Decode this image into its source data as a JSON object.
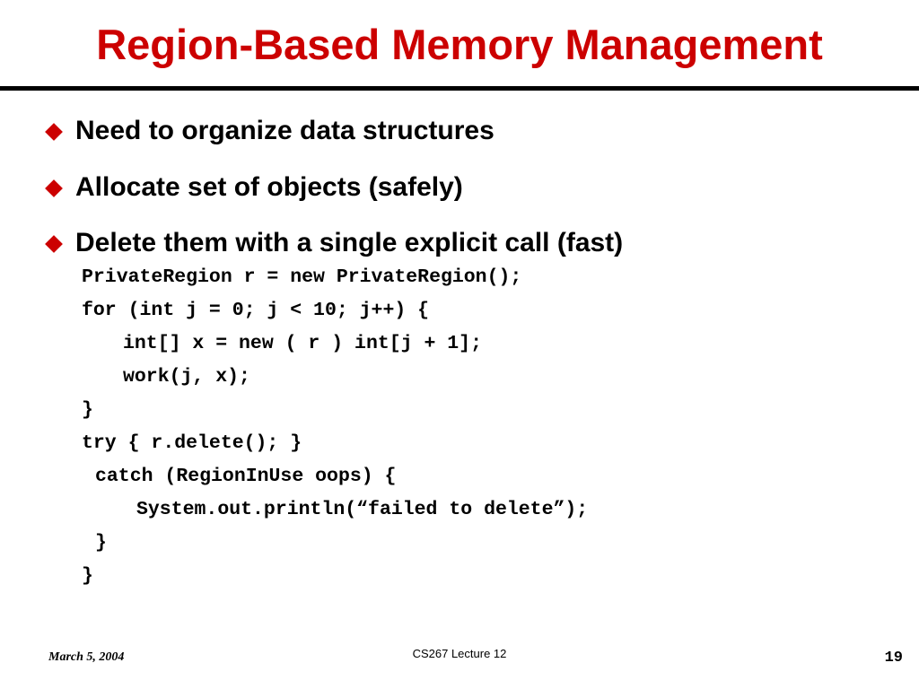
{
  "slide": {
    "title": "Region-Based Memory Management",
    "bullets": [
      "Need to organize data structures",
      "Allocate set of objects (safely)",
      "Delete them with a single explicit call (fast)"
    ],
    "code_lines": [
      "PrivateRegion r = new PrivateRegion();",
      "for (int j = 0; j < 10; j++) {",
      "int[] x = new ( r ) int[j + 1];",
      "work(j, x);",
      "}",
      "try { r.delete(); }",
      "catch (RegionInUse oops) {",
      "System.out.println(“failed to delete”);",
      "}",
      "}"
    ]
  },
  "footer": {
    "date": "March 5, 2004",
    "course": "CS267 Lecture 12",
    "page": "19"
  },
  "colors": {
    "title": "#cc0000",
    "bullet_marker": "#cc0000",
    "text": "#000000",
    "rule": "#000000",
    "background": "#ffffff"
  },
  "icons": {
    "bullet_marker": "diamond-bullet-icon"
  }
}
